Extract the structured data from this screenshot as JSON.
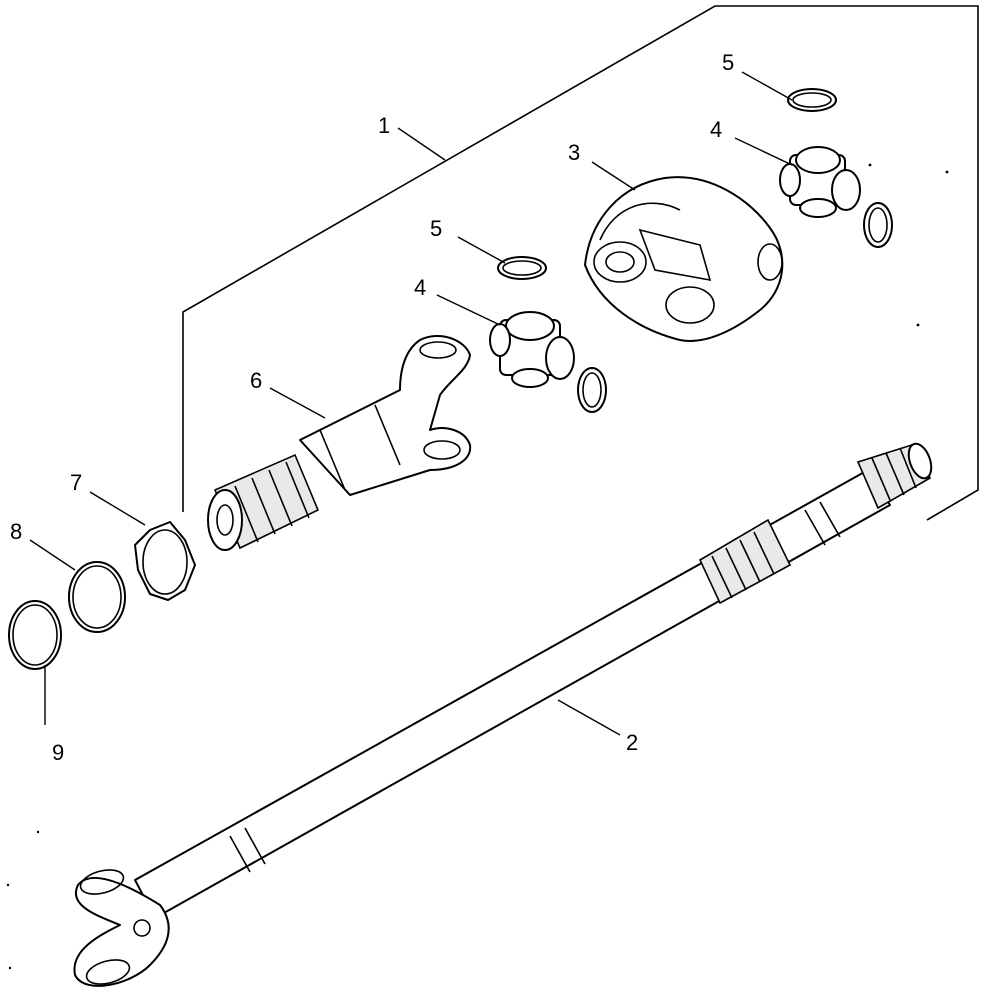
{
  "callouts": {
    "c1": "1",
    "c2": "2",
    "c3": "3",
    "c4a": "4",
    "c4b": "4",
    "c5a": "5",
    "c5b": "5",
    "c6": "6",
    "c7": "7",
    "c8": "8",
    "c9": "9"
  },
  "parts": [
    {
      "callout": "1",
      "icon": "assembly-bracket"
    },
    {
      "callout": "2",
      "icon": "axle-shaft"
    },
    {
      "callout": "3",
      "icon": "double-yoke-center-housing"
    },
    {
      "callout": "4",
      "icon": "universal-joint-cross"
    },
    {
      "callout": "5",
      "icon": "snap-ring"
    },
    {
      "callout": "6",
      "icon": "stub-shaft-yoke"
    },
    {
      "callout": "7",
      "icon": "slinger-washer"
    },
    {
      "callout": "8",
      "icon": "thrust-washer"
    },
    {
      "callout": "9",
      "icon": "retaining-ring"
    }
  ]
}
